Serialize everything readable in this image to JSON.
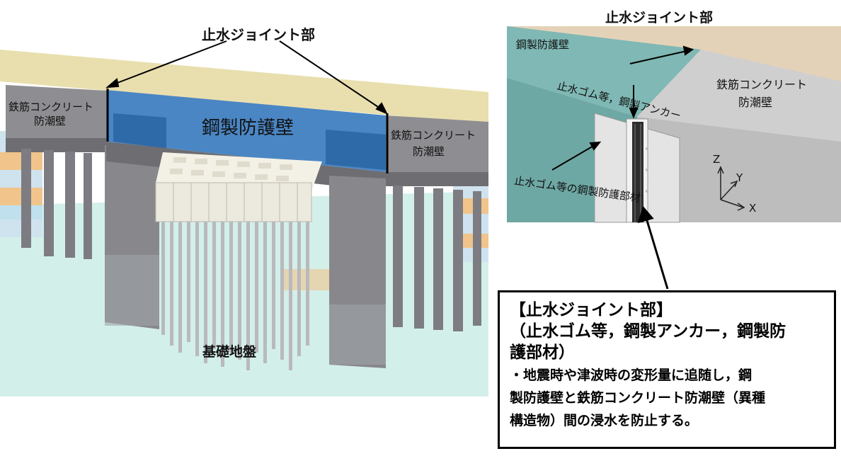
{
  "left_diagram": {
    "joint_label": "止水ジョイント部",
    "rc_wall_left_line1": "鉄筋コンクリート",
    "rc_wall_left_line2": "防潮壁",
    "steel_wall_label": "鋼製防護壁",
    "rc_wall_right_line1": "鉄筋コンクリート",
    "rc_wall_right_line2": "防潮壁",
    "foundation_label": "基礎地盤"
  },
  "right_diagram": {
    "joint_label": "止水ジョイント部",
    "steel_wall_label": "鋼製防護壁",
    "rubber_anchor_label": "止水ゴム等，鋼製アンカー",
    "rc_wall_line1": "鉄筋コンクリート",
    "rc_wall_line2": "防潮壁",
    "protective_member_label": "止水ゴム等の鋼製防護部材",
    "axis_z": "Z",
    "axis_y": "Y",
    "axis_x": "X"
  },
  "callout": {
    "title": "【止水ジョイント部】",
    "sub_line1": "（止水ゴム等，鋼製アンカー，鋼製防",
    "sub_line2": "護部材）",
    "desc_line1": "・地震時や津波時の変形量に追随し，鋼",
    "desc_line2": "製防護壁と鉄筋コンクリート防潮壁（異種",
    "desc_line3": "構造物）間の浸水を防止する。"
  },
  "colors": {
    "steel_wall": "#4a86c4",
    "concrete": "#8e8e92",
    "ground_top": "#e9dfae",
    "water": "#cfeee9",
    "teal_panel": "#7fb8b4",
    "concrete_light": "#c8c8c8"
  }
}
